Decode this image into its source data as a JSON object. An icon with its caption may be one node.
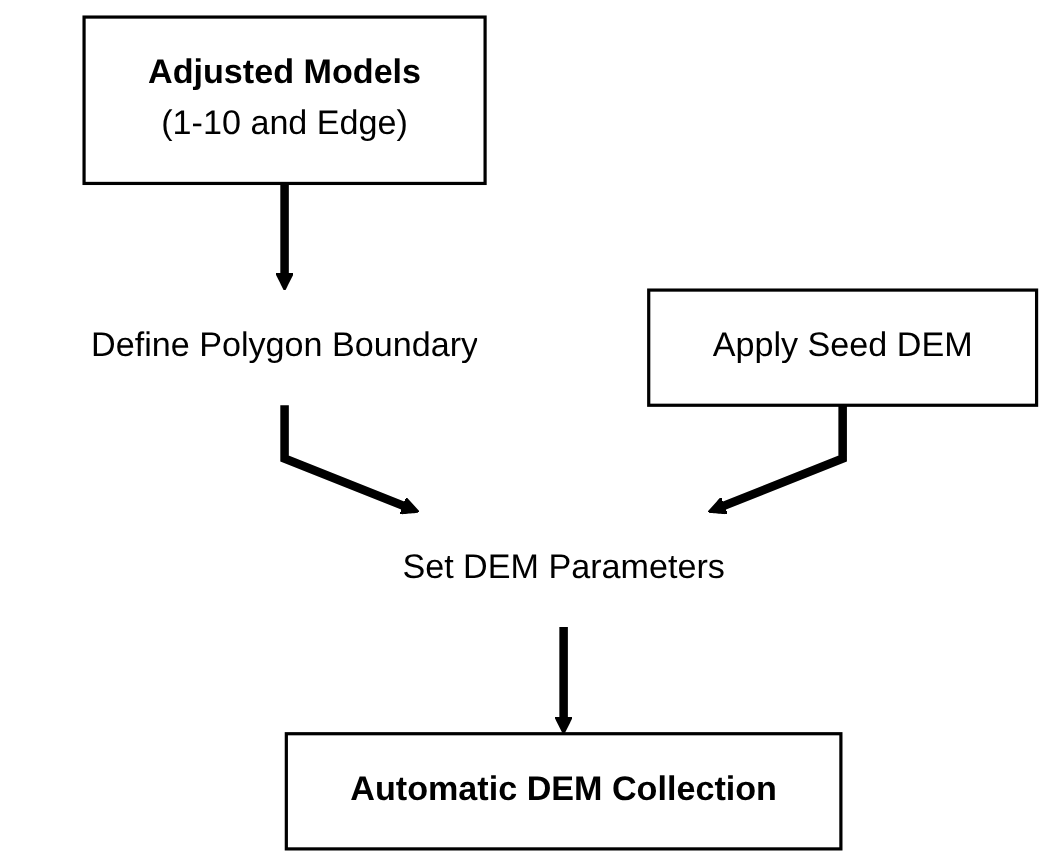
{
  "diagram": {
    "nodes": [
      {
        "text": [
          "Adjusted Models",
          "(1-10 and Edge)"
        ]
      },
      {
        "text": [
          "Define Polygon Boundary"
        ]
      },
      {
        "text": [
          "Set DEM Parameters"
        ]
      },
      {
        "text": [
          "Apply Seed DEM"
        ]
      },
      {
        "text": [
          "Automatic DEM Collection"
        ]
      }
    ],
    "edges": [
      {
        "from": 0,
        "to": 1,
        "arrow": "to"
      },
      {
        "from": 1,
        "to": 2,
        "arrow": "to"
      },
      {
        "from": 3,
        "to": 2,
        "arrow": "to"
      },
      {
        "from": 2,
        "to": 4,
        "arrow": "to"
      }
    ]
  }
}
